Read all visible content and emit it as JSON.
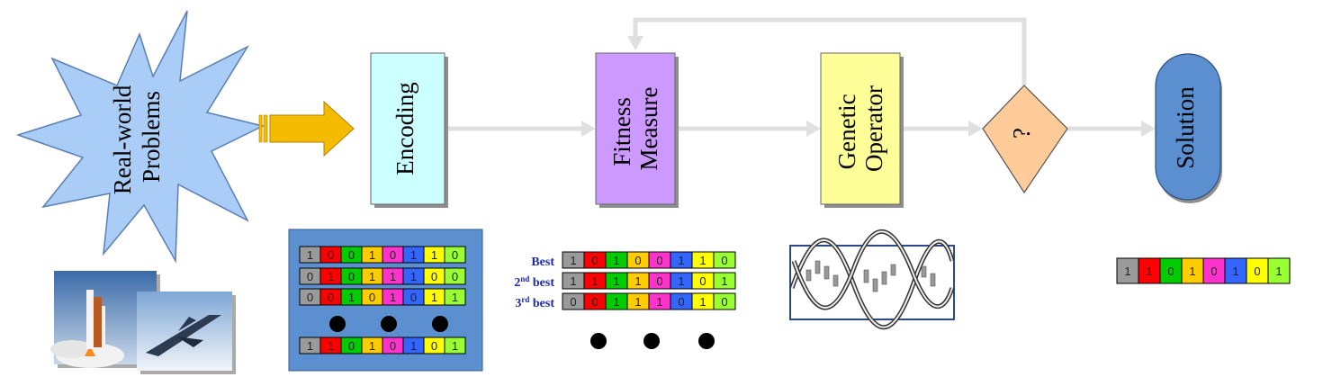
{
  "nodes": {
    "problem": {
      "line1": "Real-world",
      "line2": "Problems"
    },
    "encoding": {
      "label": "Encoding"
    },
    "fitness": {
      "line1": "Fitness",
      "line2": "Measure"
    },
    "genetic": {
      "line1": "Genetic",
      "line2": "Operator"
    },
    "decision": {
      "label": "?"
    },
    "solution": {
      "label": "Solution"
    }
  },
  "colors": {
    "problem_fill": "#a9cdf7",
    "encoding_fill": "#ccffff",
    "fitness_fill": "#cc99ff",
    "genetic_fill": "#ffff99",
    "decision_fill": "#ffcc99",
    "solution_fill": "#5b8fd0",
    "panel_fill": "#5b8fd0",
    "arrow": "#e0e0e0",
    "input_arrow": "#f5bb00",
    "bit_palette": [
      "#9a9a9a",
      "#ff0000",
      "#00cc00",
      "#ffcc00",
      "#ff33cc",
      "#3366ff",
      "#ffff00",
      "#99ff33"
    ]
  },
  "encoding_panel": {
    "rows": [
      [
        "1",
        "0",
        "0",
        "1",
        "0",
        "1",
        "1",
        "0"
      ],
      [
        "0",
        "1",
        "0",
        "1",
        "1",
        "1",
        "0",
        "0"
      ],
      [
        "0",
        "0",
        "1",
        "0",
        "1",
        "0",
        "1",
        "1"
      ],
      [
        "1",
        "1",
        "0",
        "1",
        "0",
        "1",
        "0",
        "1"
      ]
    ]
  },
  "fitness_ranking": {
    "labels": [
      {
        "main": "Best",
        "sup": ""
      },
      {
        "main": "2",
        "sup": "nd",
        "rest": " best"
      },
      {
        "main": "3",
        "sup": "rd",
        "rest": " best"
      }
    ],
    "rows": [
      [
        "1",
        "0",
        "1",
        "0",
        "0",
        "1",
        "1",
        "0"
      ],
      [
        "1",
        "1",
        "1",
        "1",
        "0",
        "1",
        "0",
        "1"
      ],
      [
        "0",
        "0",
        "1",
        "1",
        "1",
        "0",
        "1",
        "0"
      ]
    ]
  },
  "solution_string": [
    "1",
    "1",
    "0",
    "1",
    "0",
    "1",
    "0",
    "1"
  ],
  "icons": {
    "problem_photos": "rocket-launch-and-jet-photos",
    "dna": "dna-double-helix-icon"
  }
}
